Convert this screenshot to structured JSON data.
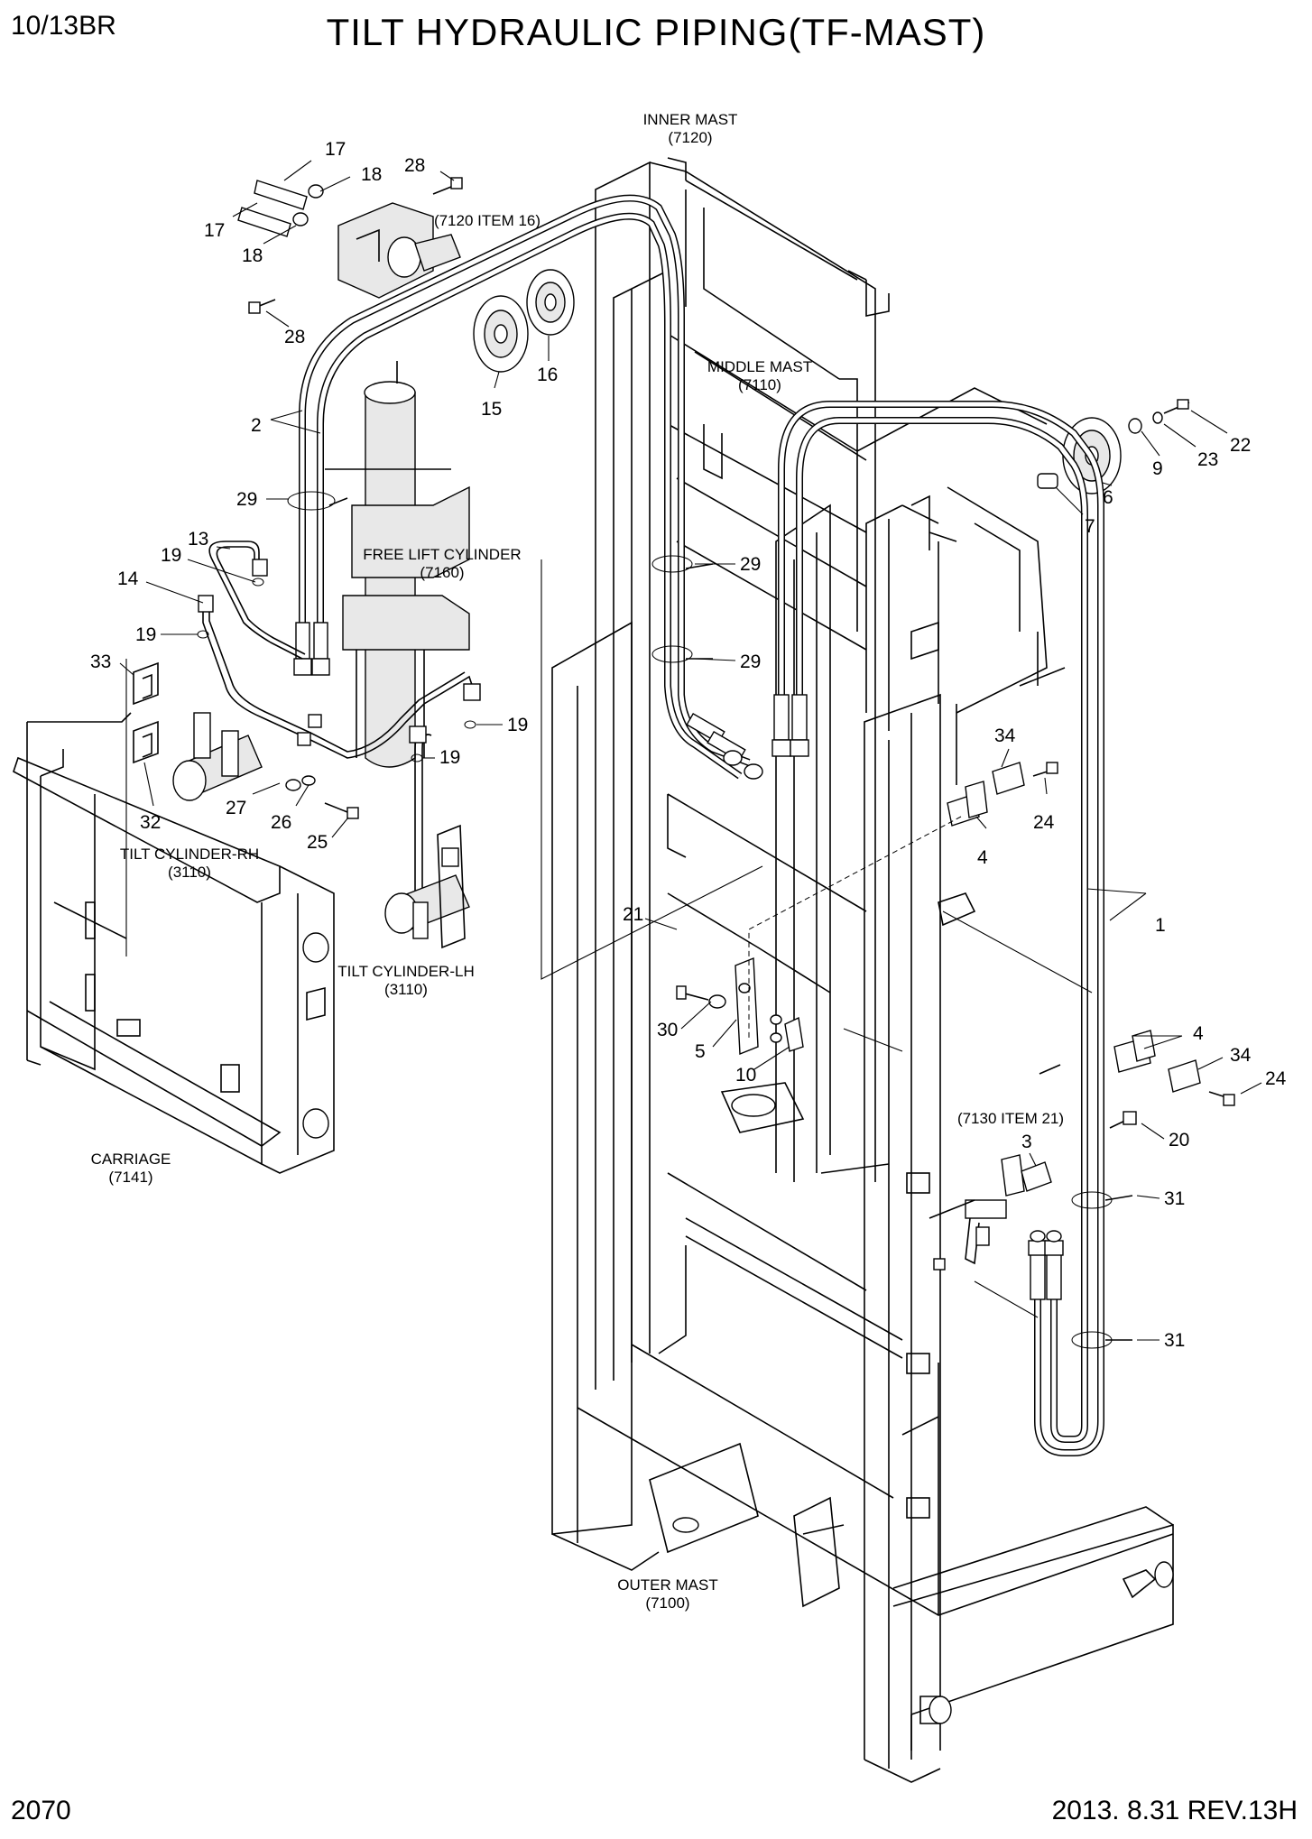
{
  "header": {
    "model": "10/13BR",
    "title": "TILT HYDRAULIC PIPING(TF-MAST)"
  },
  "footer": {
    "page_number": "2070",
    "revision": "2013. 8.31  REV.13H"
  },
  "component_labels": {
    "inner_mast": [
      "INNER MAST",
      "(7120)"
    ],
    "middle_mast": [
      "MIDDLE MAST",
      "(7110)"
    ],
    "free_lift_cylinder": [
      "FREE LIFT CYLINDER",
      "(7160)"
    ],
    "tilt_cylinder_rh": [
      "TILT CYLINDER-RH",
      "(3110)"
    ],
    "tilt_cylinder_lh": [
      "TILT CYLINDER-LH",
      "(3110)"
    ],
    "carriage": [
      "CARRIAGE",
      "(7141)"
    ],
    "outer_mast": [
      "OUTER MAST",
      "(7100)"
    ],
    "ref_7120": "(7120 ITEM 16)",
    "ref_7130": "(7130 ITEM 21)"
  },
  "callouts": [
    "17",
    "18",
    "28",
    "17",
    "18",
    "28",
    "15",
    "16",
    "2",
    "29",
    "13",
    "19",
    "14",
    "19",
    "33",
    "19",
    "19",
    "27",
    "26",
    "25",
    "32",
    "29",
    "29",
    "22",
    "23",
    "9",
    "6",
    "7",
    "34",
    "24",
    "4",
    "1",
    "21",
    "30",
    "5",
    "10",
    "4",
    "34",
    "24",
    "20",
    "3",
    "31",
    "31"
  ]
}
